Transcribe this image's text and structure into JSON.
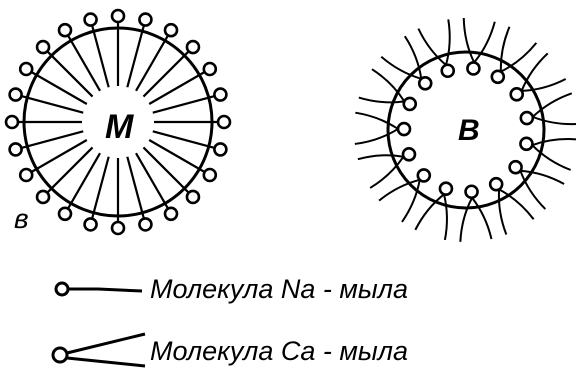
{
  "diagram": {
    "left_micelle": {
      "center_label": "М",
      "corner_label": "в"
    },
    "right_micelle": {
      "center_label": "В"
    }
  },
  "legend": [
    {
      "label": "Молекула Na - мыла",
      "icon": "na-soap-molecule-icon"
    },
    {
      "label": "Молекула Ca - мыла",
      "icon": "ca-soap-molecule-icon"
    }
  ],
  "colors": {
    "ink": "#000000",
    "background": "#ffffff"
  }
}
